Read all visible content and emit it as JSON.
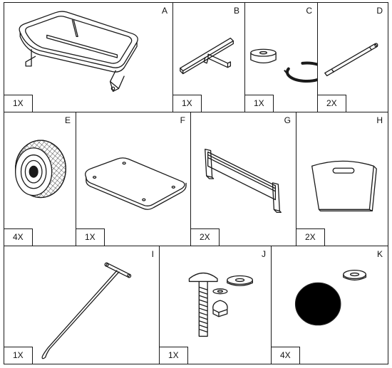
{
  "parts": [
    {
      "id": "A",
      "qty": "1X",
      "icon": "cart-body-frame-icon"
    },
    {
      "id": "B",
      "qty": "1X",
      "icon": "axle-frame-icon"
    },
    {
      "id": "C",
      "qty": "1X",
      "icon": "collar-and-ring-icon"
    },
    {
      "id": "D",
      "qty": "2X",
      "icon": "rod-icon"
    },
    {
      "id": "E",
      "qty": "4X",
      "icon": "wheel-icon"
    },
    {
      "id": "F",
      "qty": "1X",
      "icon": "floor-panel-icon"
    },
    {
      "id": "G",
      "qty": "2X",
      "icon": "side-panel-icon"
    },
    {
      "id": "H",
      "qty": "2X",
      "icon": "end-panel-icon"
    },
    {
      "id": "I",
      "qty": "1X",
      "icon": "handle-icon"
    },
    {
      "id": "J",
      "qty": "1X",
      "icon": "bolt-washer-nut-icon"
    },
    {
      "id": "K",
      "qty": "4X",
      "icon": "cap-and-washer-icon"
    }
  ]
}
